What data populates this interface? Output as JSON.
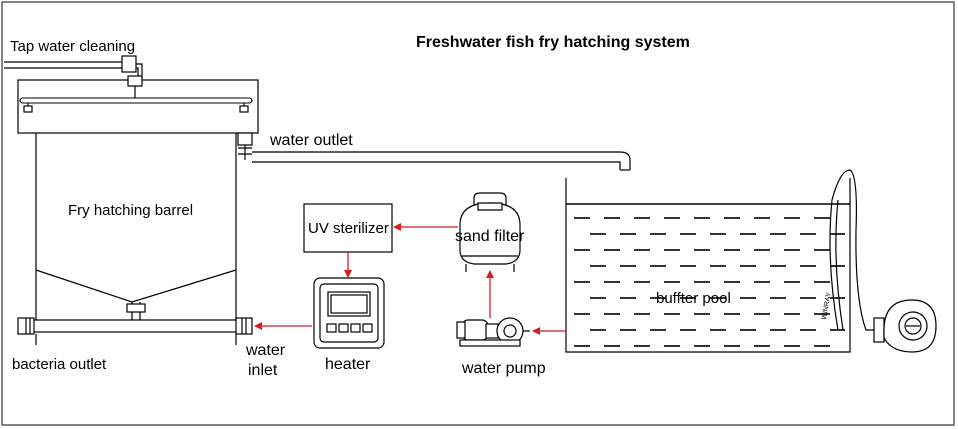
{
  "title": "Freshwater fish fry hatching system",
  "labels": {
    "tap_water_cleaning": "Tap water cleaning",
    "water_outlet": "water outlet",
    "fry_hatching_barrel": "Fry hatching barrel",
    "bacteria_outlet": "bacteria outlet",
    "water_inlet_line1": "water",
    "water_inlet_line2": "inlet",
    "heater": "heater",
    "uv_sterilizer": "UV sterilizer",
    "sand_filter": "sand filter",
    "water_pump": "water pump",
    "buffer_pool": "buffter pool"
  },
  "colors": {
    "line": "#000000",
    "arrow": "#d42020",
    "border": "#333333"
  }
}
